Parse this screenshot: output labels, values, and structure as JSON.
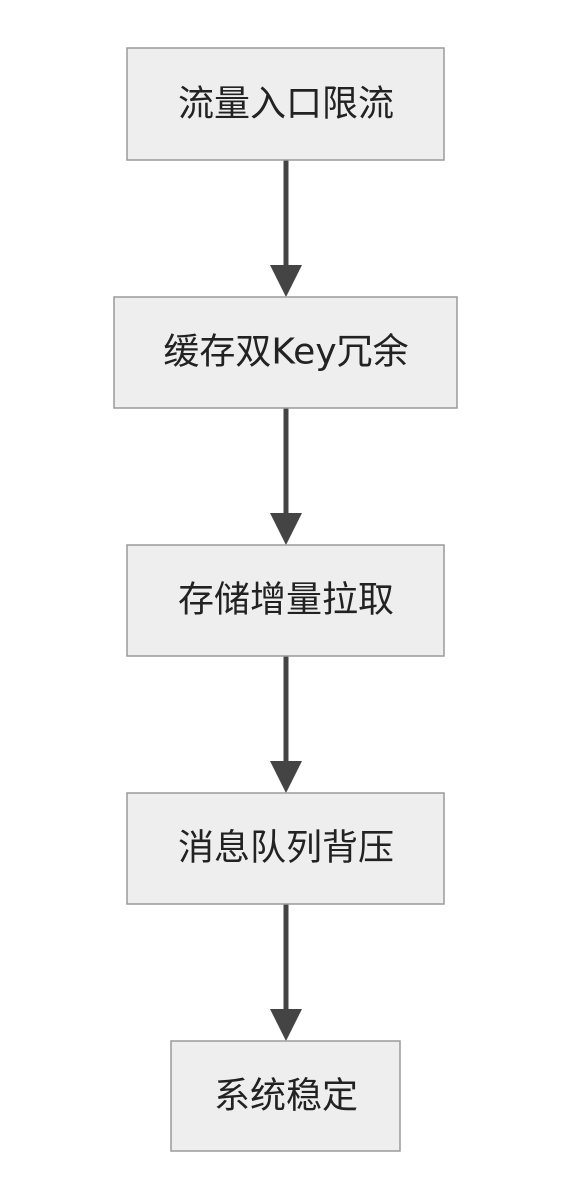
{
  "flowchart": {
    "nodes": [
      {
        "id": "n1",
        "label": "流量入口限流"
      },
      {
        "id": "n2",
        "label": "缓存双Key冗余"
      },
      {
        "id": "n3",
        "label": "存储增量拉取"
      },
      {
        "id": "n4",
        "label": "消息队列背压"
      },
      {
        "id": "n5",
        "label": "系统稳定"
      }
    ],
    "edges": [
      {
        "from": "n1",
        "to": "n2"
      },
      {
        "from": "n2",
        "to": "n3"
      },
      {
        "from": "n3",
        "to": "n4"
      },
      {
        "from": "n4",
        "to": "n5"
      }
    ],
    "colors": {
      "node_fill": "#eeeeee",
      "node_border": "#9a9a9a",
      "edge": "#444444",
      "text": "#222222"
    }
  }
}
